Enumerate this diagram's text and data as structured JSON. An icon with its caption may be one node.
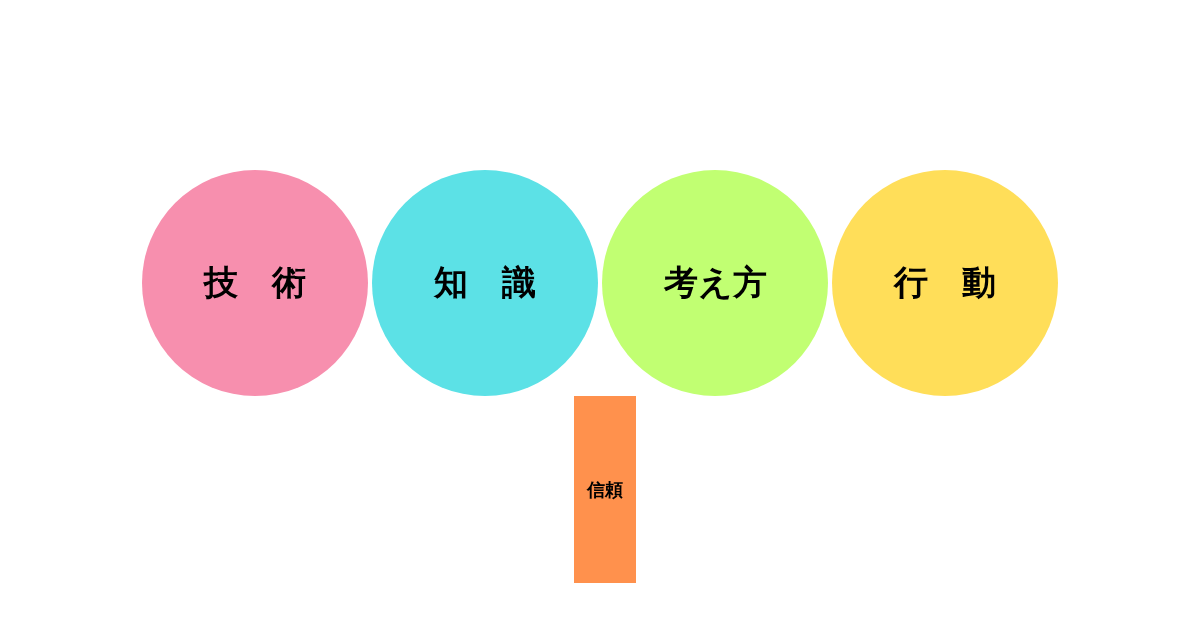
{
  "diagram": {
    "nodes": [
      {
        "text": [
          "技　術"
        ]
      },
      {
        "text": [
          "知　識"
        ]
      },
      {
        "text": [
          "考え方"
        ]
      },
      {
        "text": [
          "行　動"
        ]
      },
      {
        "text": [
          "信頼"
        ]
      }
    ]
  }
}
